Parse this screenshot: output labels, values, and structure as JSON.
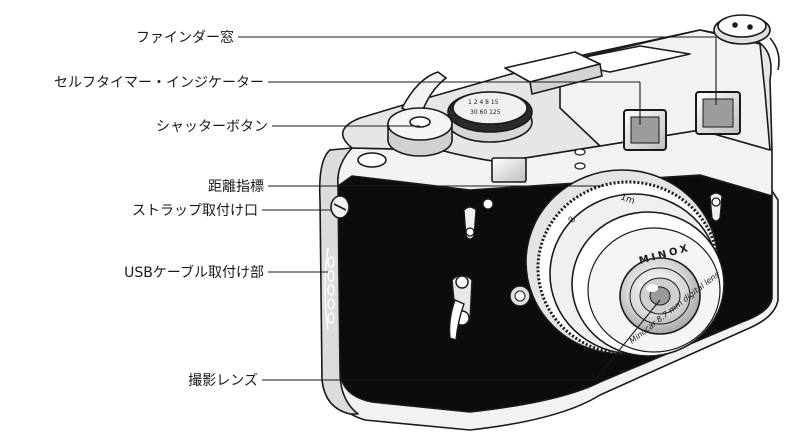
{
  "labels": {
    "viewfinder": "ファインダー窓",
    "self_timer": "セルフタイマー・インジケーター",
    "shutter": "シャッターボタン",
    "distance": "距離指標",
    "strap": "ストラップ取付け口",
    "usb": "USBケーブル取付け部",
    "lens": "撮影レンズ"
  },
  "lens_engraving": {
    "brand": "MINOX",
    "description": "Minocar 8.7 mm digital lens"
  },
  "distance_scale": {
    "mark_1m": "1m",
    "mark_inf": "∞"
  },
  "colors": {
    "line": "#1a1a1a",
    "body_black": "#0c0c0c",
    "metal": "#f2f2f2",
    "shade": "#cfcfcf"
  }
}
